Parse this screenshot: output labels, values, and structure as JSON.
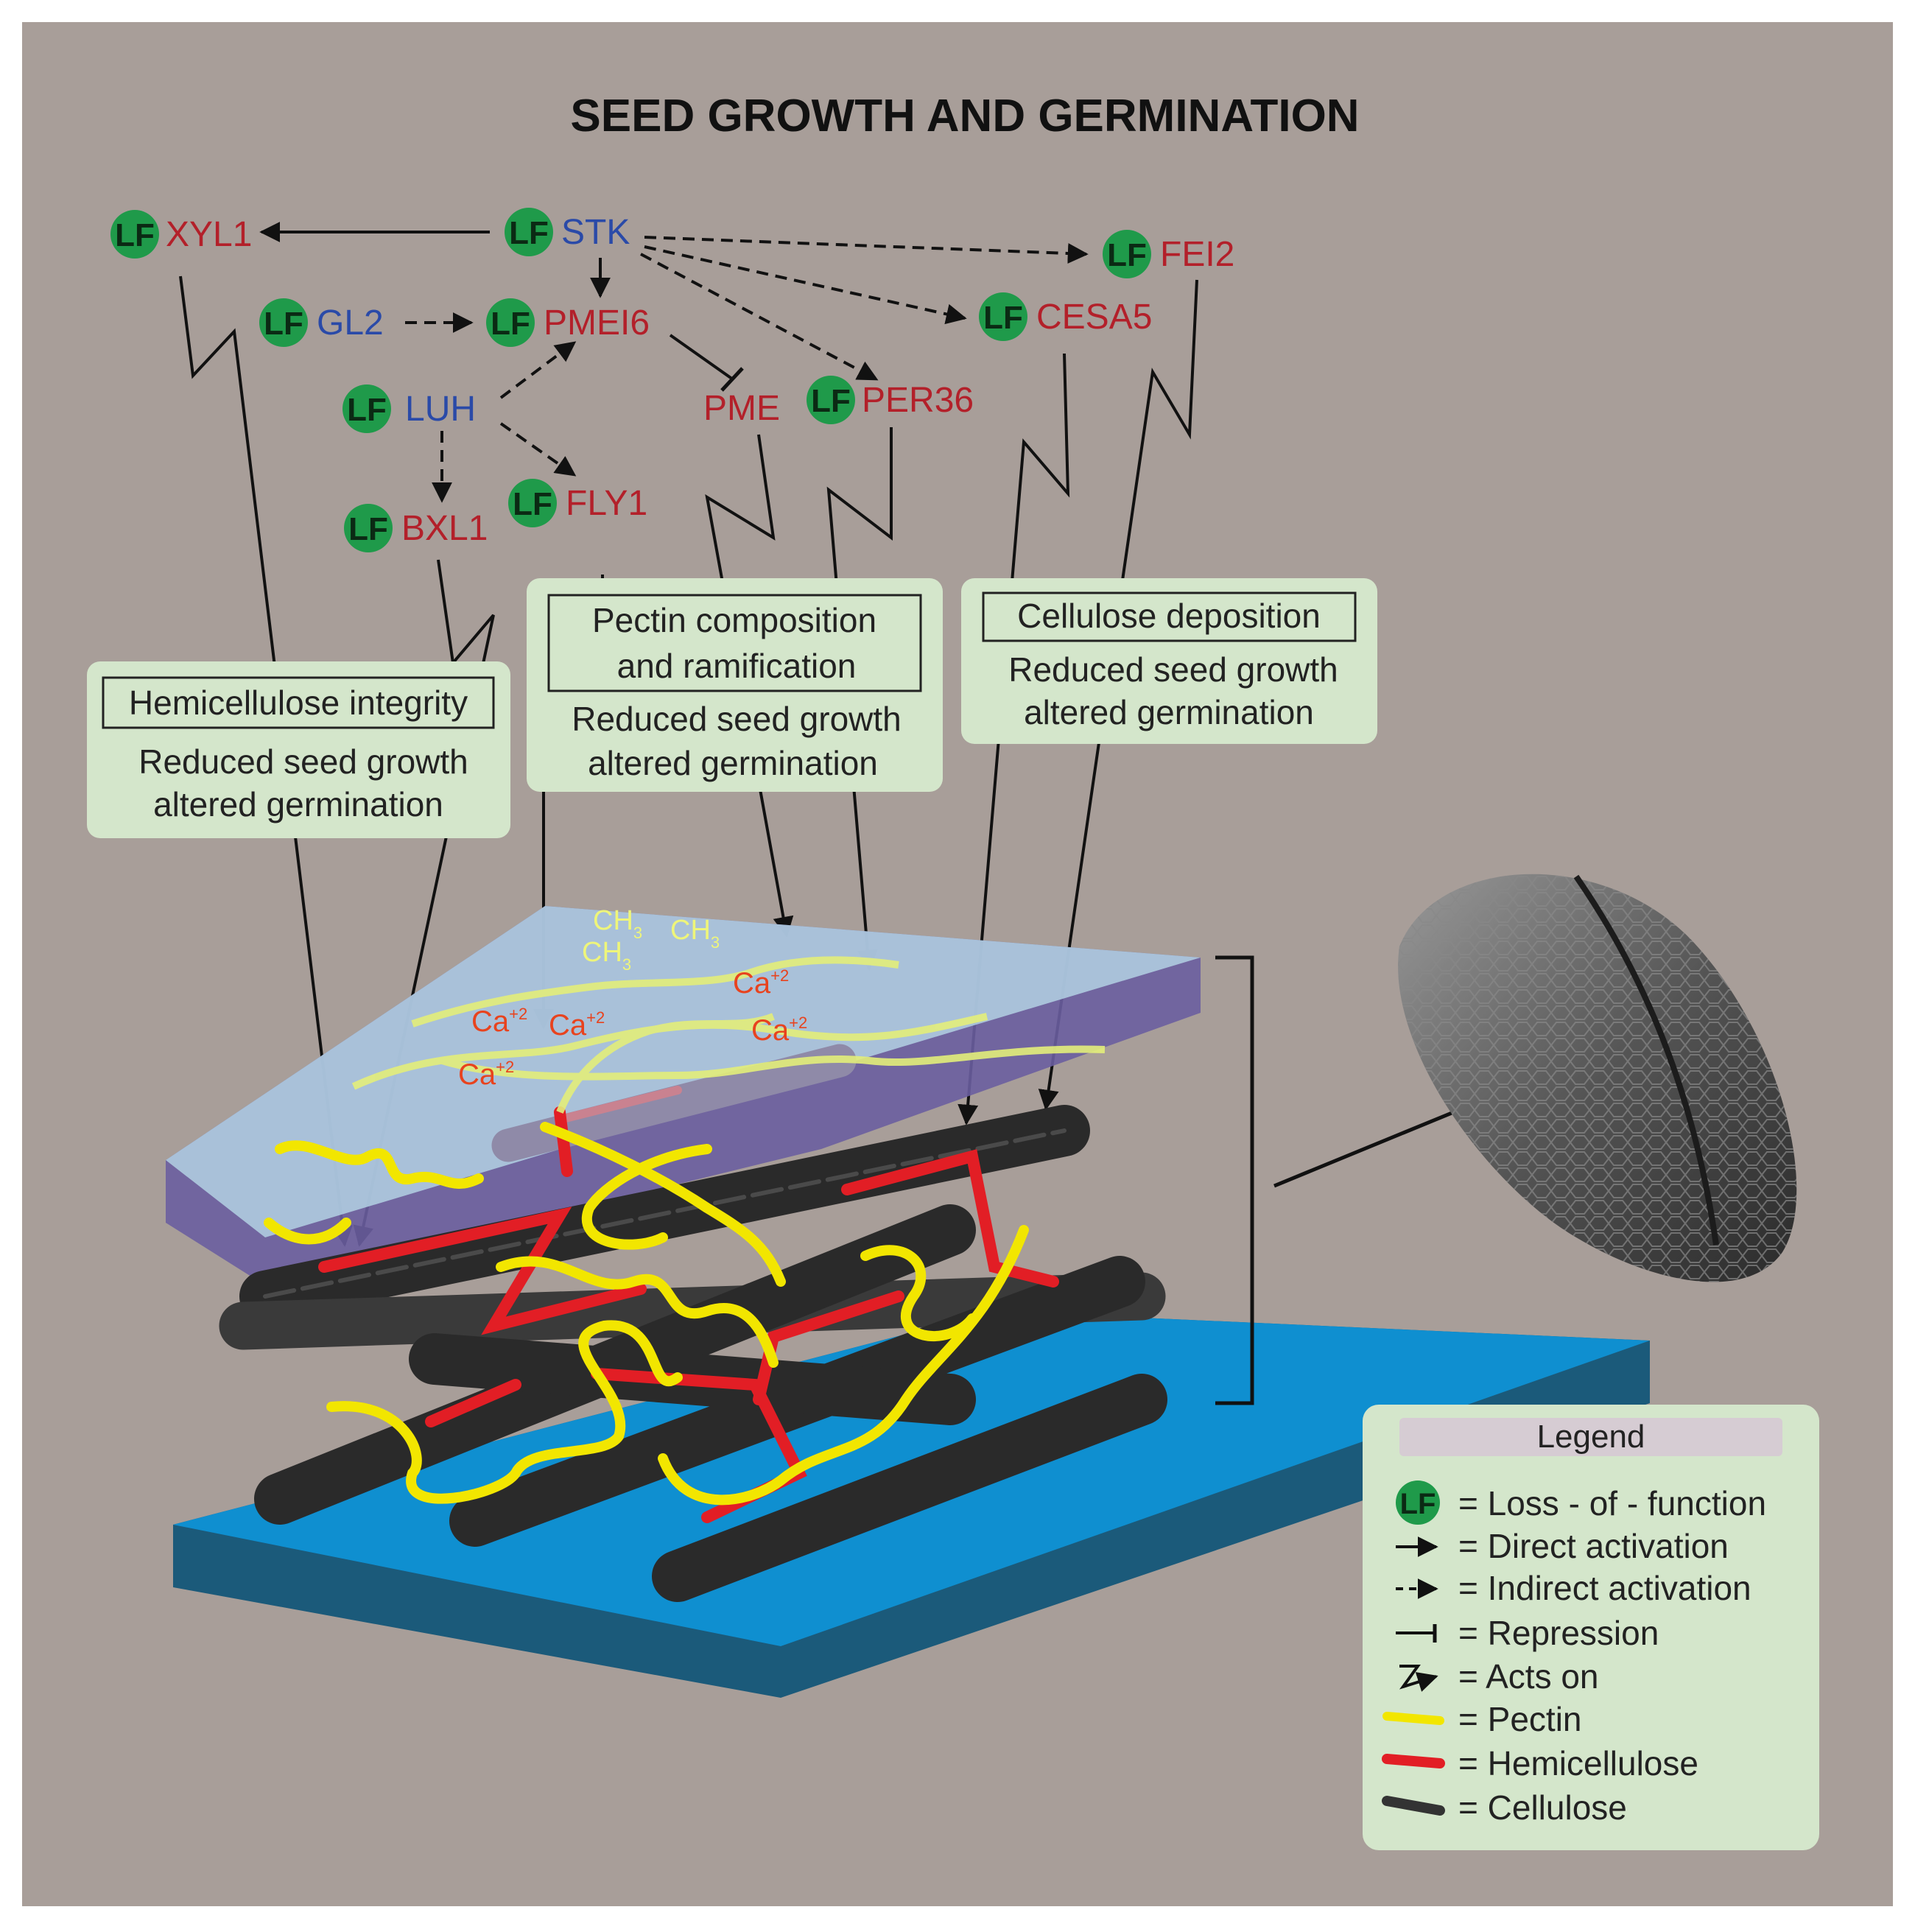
{
  "title": "SEED GROWTH AND GERMINATION",
  "lf_badge": "LF",
  "genes": {
    "xyl1": "XYL1",
    "stk": "STK",
    "fei2": "FEI2",
    "gl2": "GL2",
    "pmei6": "PMEI6",
    "cesa5": "CESA5",
    "luh": "LUH",
    "pme": "PME",
    "per36": "PER36",
    "bxl1": "BXL1",
    "fly1": "FLY1"
  },
  "boxes": {
    "hemicellulose": {
      "title": "Hemicellulose integrity",
      "line1": "Reduced seed growth",
      "line2": "altered germination"
    },
    "pectin": {
      "title_line1": "Pectin composition",
      "title_line2": "and ramification",
      "line1": "Reduced seed growth",
      "line2": "altered germination"
    },
    "cellulose": {
      "title": "Cellulose deposition",
      "line1": "Reduced seed growth",
      "line2": "altered germination"
    }
  },
  "chem": {
    "ch": "CH",
    "ch_sub": "3",
    "ca": "Ca",
    "ca_sup": "+2"
  },
  "legend": {
    "title": "Legend",
    "items": [
      "= Loss - of - function",
      "= Direct activation",
      "= Indirect activation",
      "= Repression",
      "= Acts on",
      "= Pectin",
      "= Hemicellulose",
      "= Cellulose"
    ]
  },
  "colors": {
    "background": "#a89e99",
    "gene_red": "#b3202a",
    "gene_blue": "#2a4aa8",
    "lf_green": "#1f9a4a",
    "box_fill": "#d4e6cb",
    "pectin": "#f2e600",
    "hemicellulose": "#e21e25",
    "cellulose": "#333333",
    "ca_text": "#e8431e",
    "ch_text": "#eef57a"
  }
}
